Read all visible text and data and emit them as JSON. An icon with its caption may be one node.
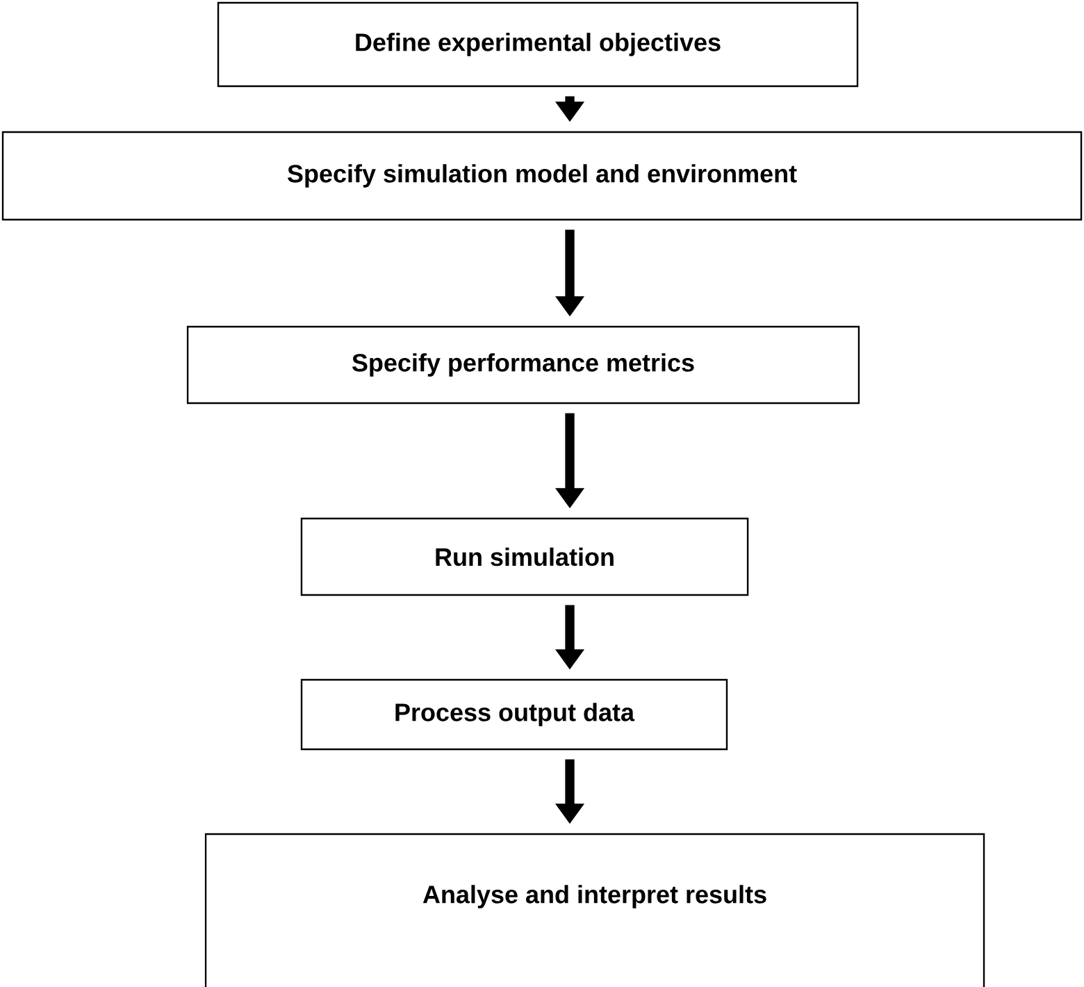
{
  "diagram": {
    "nodes": [
      {
        "text": [
          "Define experimental objectives"
        ]
      },
      {
        "text": [
          "Specify simulation model and environment"
        ]
      },
      {
        "text": [
          "Specify performance metrics"
        ]
      },
      {
        "text": [
          "Run simulation"
        ]
      },
      {
        "text": [
          "Process output data"
        ]
      },
      {
        "text": [
          "Analyse and interpret results"
        ]
      }
    ],
    "edges": [
      {
        "from": 0,
        "to": 1,
        "arrow": "to"
      },
      {
        "from": 1,
        "to": 2,
        "arrow": "to"
      },
      {
        "from": 2,
        "to": 3,
        "arrow": "to"
      },
      {
        "from": 3,
        "to": 4,
        "arrow": "to"
      },
      {
        "from": 4,
        "to": 5,
        "arrow": "to"
      }
    ]
  }
}
